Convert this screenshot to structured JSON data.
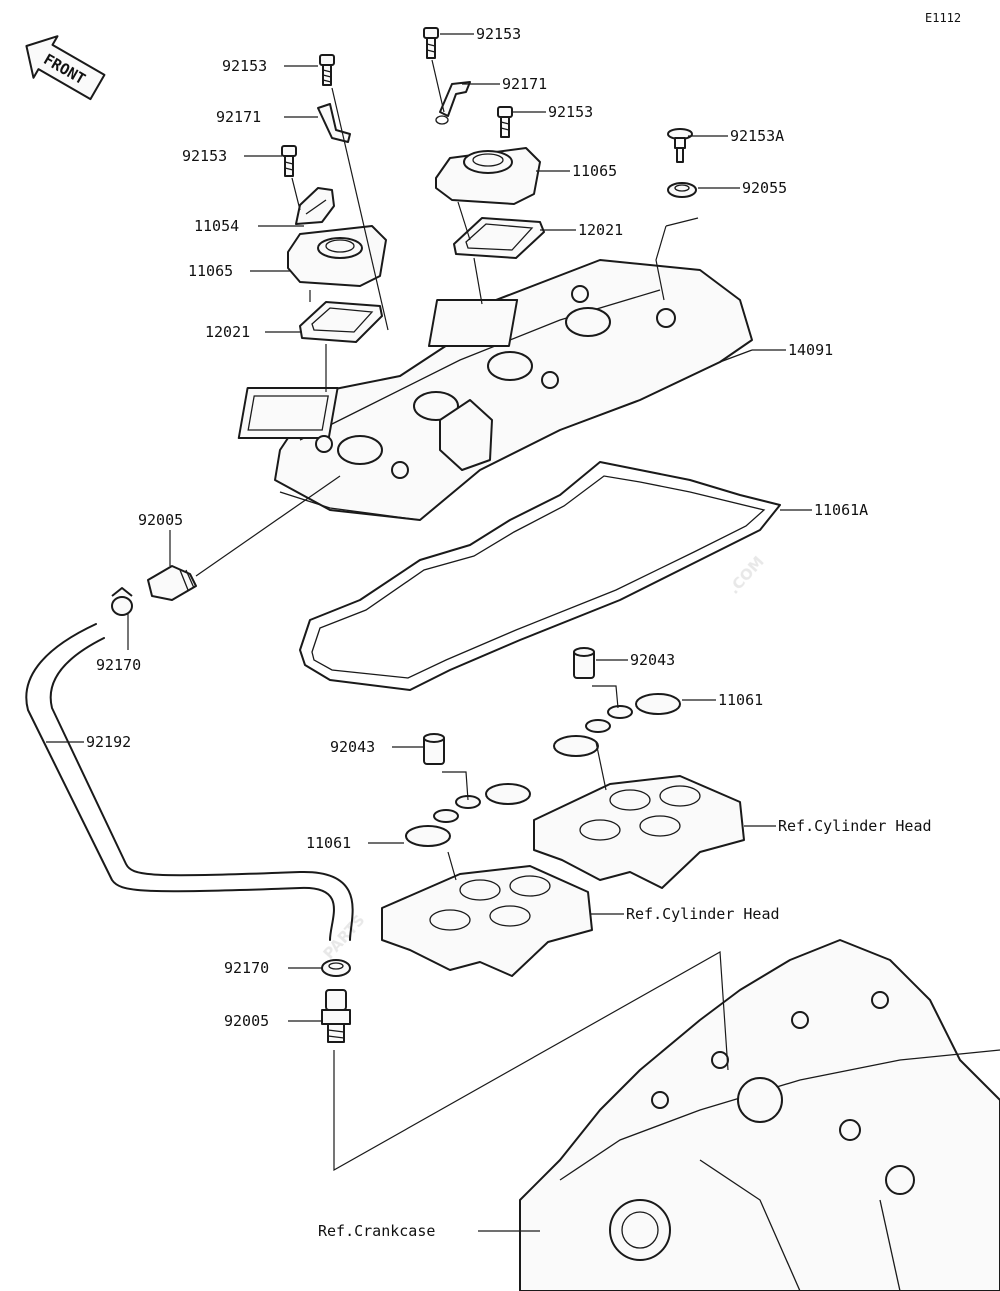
{
  "diagram_id": "E1112",
  "front_label": "FRONT",
  "watermark": {
    "brand": "PARTS",
    "suffix": ".COM"
  },
  "parts": [
    {
      "id": "92153",
      "label": "92153"
    },
    {
      "id": "92153-b",
      "label": "92153"
    },
    {
      "id": "92153-c",
      "label": "92153"
    },
    {
      "id": "92153-d",
      "label": "92153"
    },
    {
      "id": "92153A",
      "label": "92153A"
    },
    {
      "id": "92171",
      "label": "92171"
    },
    {
      "id": "92171-b",
      "label": "92171"
    },
    {
      "id": "11054",
      "label": "11054"
    },
    {
      "id": "11065",
      "label": "11065"
    },
    {
      "id": "11065-b",
      "label": "11065"
    },
    {
      "id": "12021",
      "label": "12021"
    },
    {
      "id": "12021-b",
      "label": "12021"
    },
    {
      "id": "92055",
      "label": "92055"
    },
    {
      "id": "14091",
      "label": "14091"
    },
    {
      "id": "92005",
      "label": "92005"
    },
    {
      "id": "92005-b",
      "label": "92005"
    },
    {
      "id": "11061A",
      "label": "11061A"
    },
    {
      "id": "92170",
      "label": "92170"
    },
    {
      "id": "92170-b",
      "label": "92170"
    },
    {
      "id": "92043",
      "label": "92043"
    },
    {
      "id": "92043-b",
      "label": "92043"
    },
    {
      "id": "11061",
      "label": "11061"
    },
    {
      "id": "11061-b",
      "label": "11061"
    },
    {
      "id": "92192",
      "label": "92192"
    }
  ],
  "references": [
    {
      "id": "cyl-head-1",
      "label": "Ref.Cylinder Head"
    },
    {
      "id": "cyl-head-2",
      "label": "Ref.Cylinder Head"
    },
    {
      "id": "crankcase",
      "label": "Ref.Crankcase"
    }
  ]
}
